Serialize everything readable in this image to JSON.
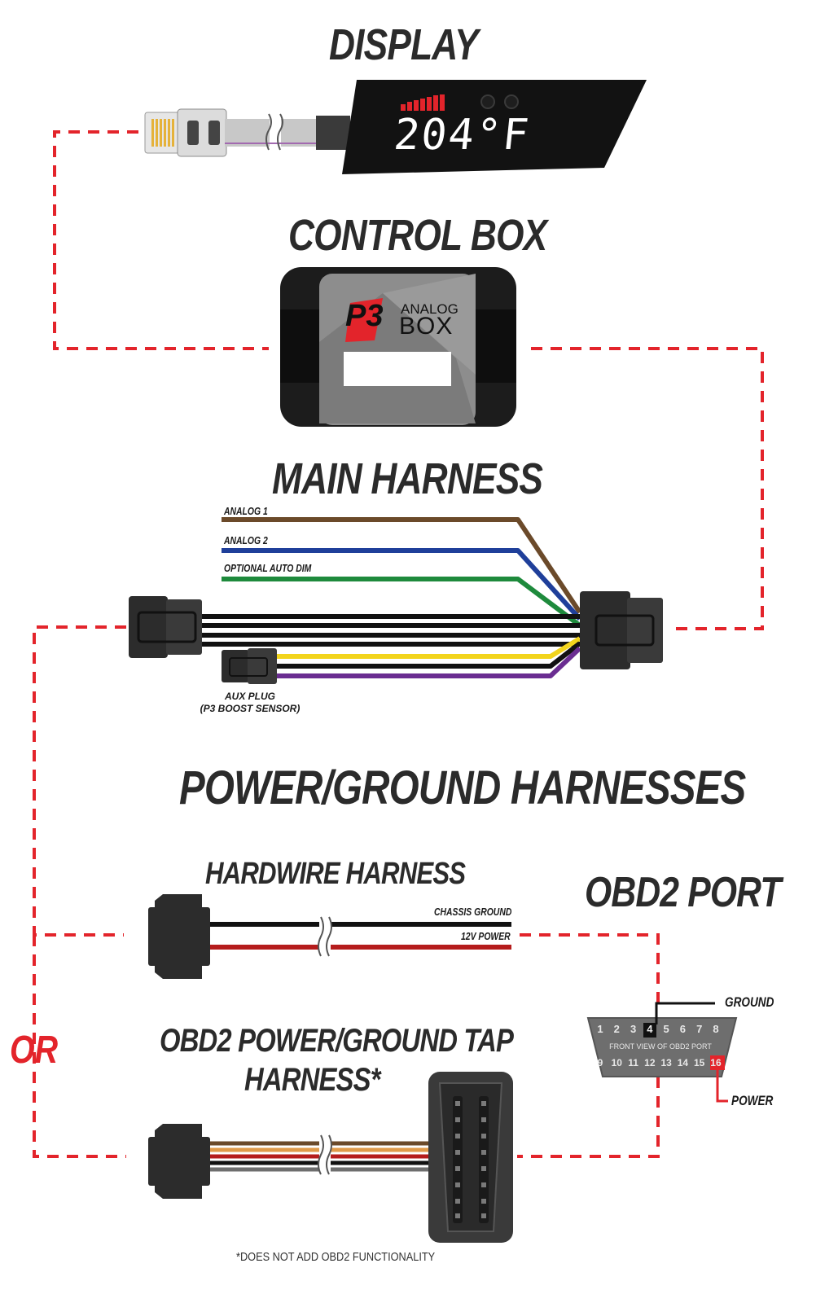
{
  "sections": {
    "display": "DISPLAY",
    "control_box": "CONTROL BOX",
    "main_harness": "MAIN HARNESS",
    "power_ground": "POWER/GROUND HARNESSES",
    "hardwire": "HARDWIRE HARNESS",
    "obd2_port": "OBD2 PORT",
    "obd2_tap_line1": "OBD2 POWER/GROUND TAP",
    "obd2_tap_line2": "HARNESS*"
  },
  "display": {
    "readout": "204°F"
  },
  "control_box": {
    "brand": "P3",
    "line1": "ANALOG",
    "line2": "BOX"
  },
  "main_harness": {
    "wires": [
      "ANALOG 1",
      "ANALOG 2",
      "OPTIONAL AUTO DIM"
    ],
    "aux_line1": "AUX PLUG",
    "aux_line2": "(P3 BOOST SENSOR)"
  },
  "hardwire": {
    "ground": "CHASSIS GROUND",
    "power": "12V POWER"
  },
  "obd_port": {
    "top_pins": [
      "1",
      "2",
      "3",
      "4",
      "5",
      "6",
      "7",
      "8"
    ],
    "bottom_pins": [
      "9",
      "10",
      "11",
      "12",
      "13",
      "14",
      "15",
      "16"
    ],
    "caption": "FRONT VIEW OF OBD2 PORT",
    "ground_label": "GROUND",
    "power_label": "POWER"
  },
  "or_label": "OR",
  "footnote": "*DOES NOT ADD OBD2 FUNCTIONALITY",
  "colors": {
    "dash": "#e3242b",
    "brown": "#6b4a2a",
    "blue": "#1f3f9a",
    "green": "#1e8a3c",
    "yellow": "#f2d41c",
    "purple": "#6a2d91",
    "red_wire": "#b51c1c"
  }
}
